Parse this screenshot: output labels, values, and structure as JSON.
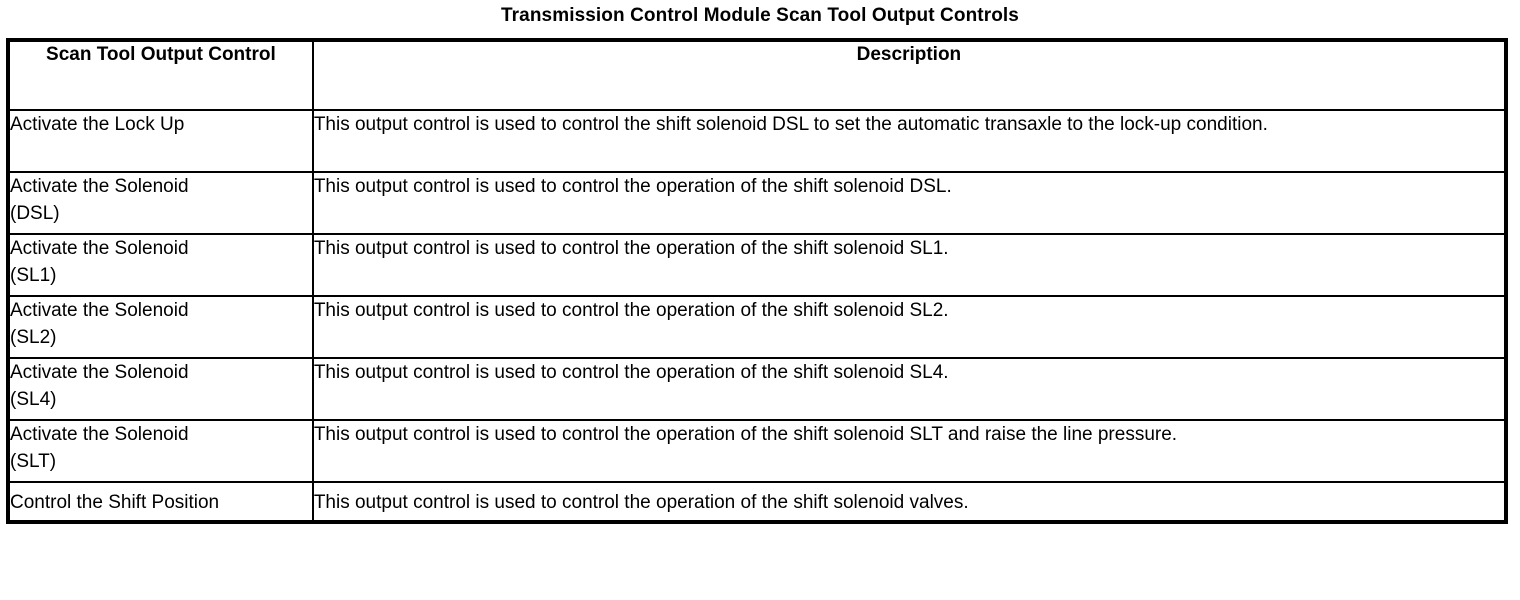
{
  "document": {
    "title": "Transmission Control Module Scan Tool Output Controls"
  },
  "table": {
    "headers": {
      "control": "Scan Tool Output\nControl",
      "description": "Description"
    },
    "rows": [
      {
        "control": "Activate the Lock Up",
        "description": "This output control is used to control the shift solenoid DSL to set the automatic transaxle to the lock-up condition."
      },
      {
        "control": "Activate the Solenoid\n(DSL)",
        "description": "This output control is used to control the operation of the shift solenoid DSL."
      },
      {
        "control": "Activate the Solenoid\n(SL1)",
        "description": "This output control is used to control the operation of the shift solenoid SL1."
      },
      {
        "control": "Activate the Solenoid\n(SL2)",
        "description": "This output control is used to control the operation of the shift solenoid SL2."
      },
      {
        "control": "Activate the Solenoid\n(SL4)",
        "description": "This output control is used to control the operation of the shift solenoid SL4."
      },
      {
        "control": "Activate the Solenoid\n(SLT)",
        "description": "This output control is used to control the operation of the shift solenoid SLT and raise the line pressure."
      },
      {
        "control": "Control the Shift Position",
        "description": "This output control is used to control the operation of the shift solenoid valves."
      }
    ]
  }
}
